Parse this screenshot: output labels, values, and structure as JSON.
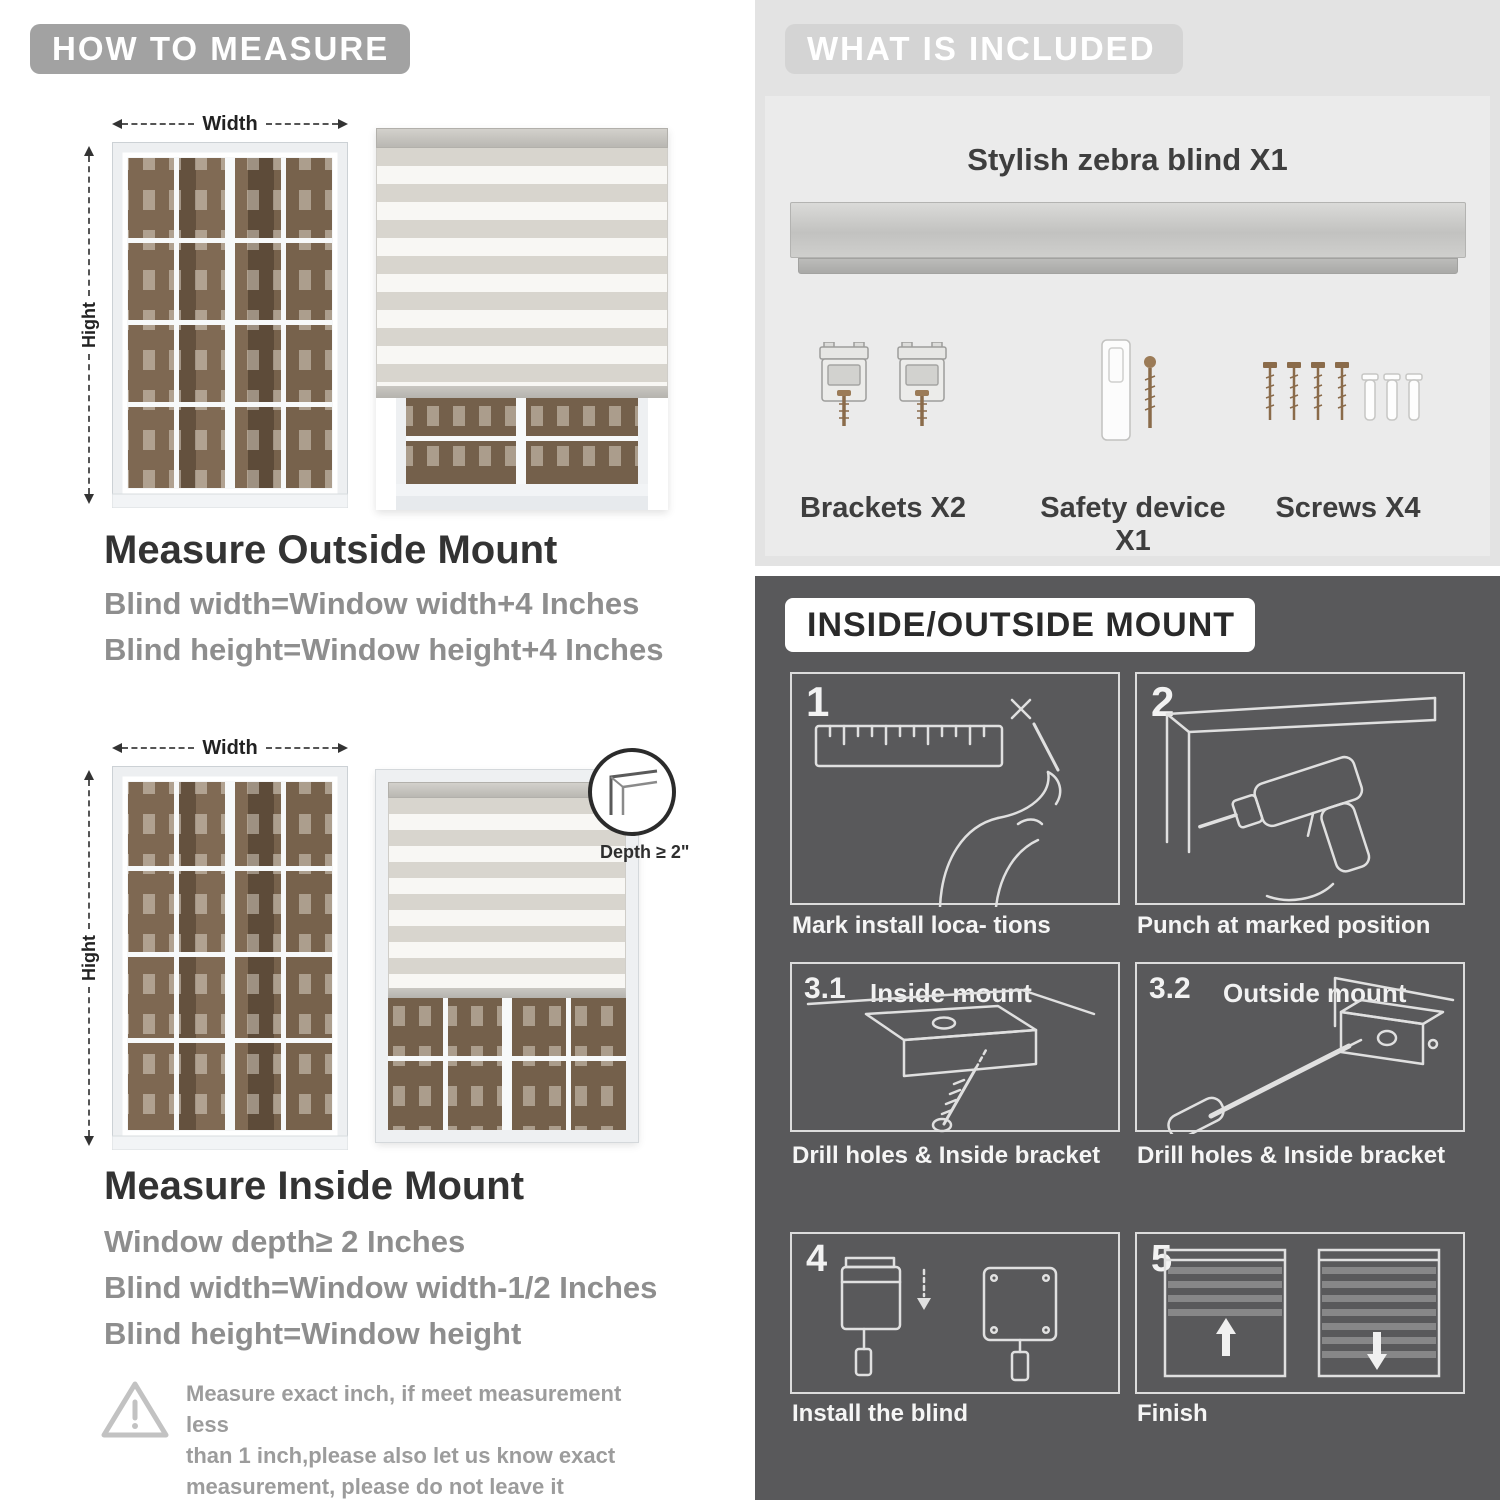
{
  "colors": {
    "pill_gray": "#a2a2a2",
    "pill_light_gray": "#d4d4d4",
    "light_panel": "#e3e3e3",
    "dark_panel": "#59595b",
    "heading_dark": "#333333",
    "body_gray": "#8e8e8e",
    "blind_stripe": "#d8d5ce"
  },
  "left": {
    "header": "HOW TO MEASURE",
    "outside": {
      "width_label": "Width",
      "height_label": "Hight",
      "heading": "Measure Outside Mount",
      "line1": "Blind width=Window width+4 Inches",
      "line2": "Blind height=Window height+4 Inches"
    },
    "inside": {
      "width_label": "Width",
      "height_label": "Hight",
      "depth_label": "Depth ≥ 2\"",
      "heading": "Measure Inside Mount",
      "line1": "Window depth≥ 2 Inches",
      "line2": "Blind width=Window width-1/2 Inches",
      "line3": "Blind height=Window height"
    },
    "warning": {
      "icon": "warning-triangle-icon",
      "line1": "Measure exact inch, if meet measurement less",
      "line2": "than 1 inch,please also let us know exact",
      "line3": "measurement, please do not leave it"
    }
  },
  "included": {
    "header": "WHAT IS INCLUDED",
    "title": "Stylish zebra blind X1",
    "items": [
      {
        "icon": "brackets-icon",
        "label": "Brackets X2"
      },
      {
        "icon": "safety-device-icon",
        "label": "Safety device X1"
      },
      {
        "icon": "screws-icon",
        "label": "Screws X4"
      }
    ]
  },
  "mount": {
    "header": "INSIDE/OUTSIDE MOUNT",
    "steps": [
      {
        "num": "1",
        "title": "",
        "caption": "Mark install loca- tions"
      },
      {
        "num": "2",
        "title": "",
        "caption": "Punch at  marked position"
      },
      {
        "num": "3.1",
        "title": "Inside mount",
        "caption": "Drill holes &  Inside bracket"
      },
      {
        "num": "3.2",
        "title": "Outside mount",
        "caption": "Drill holes &  Inside bracket"
      },
      {
        "num": "4",
        "title": "",
        "caption": "Install the blind"
      },
      {
        "num": "5",
        "title": "",
        "caption": "Finish"
      }
    ]
  }
}
